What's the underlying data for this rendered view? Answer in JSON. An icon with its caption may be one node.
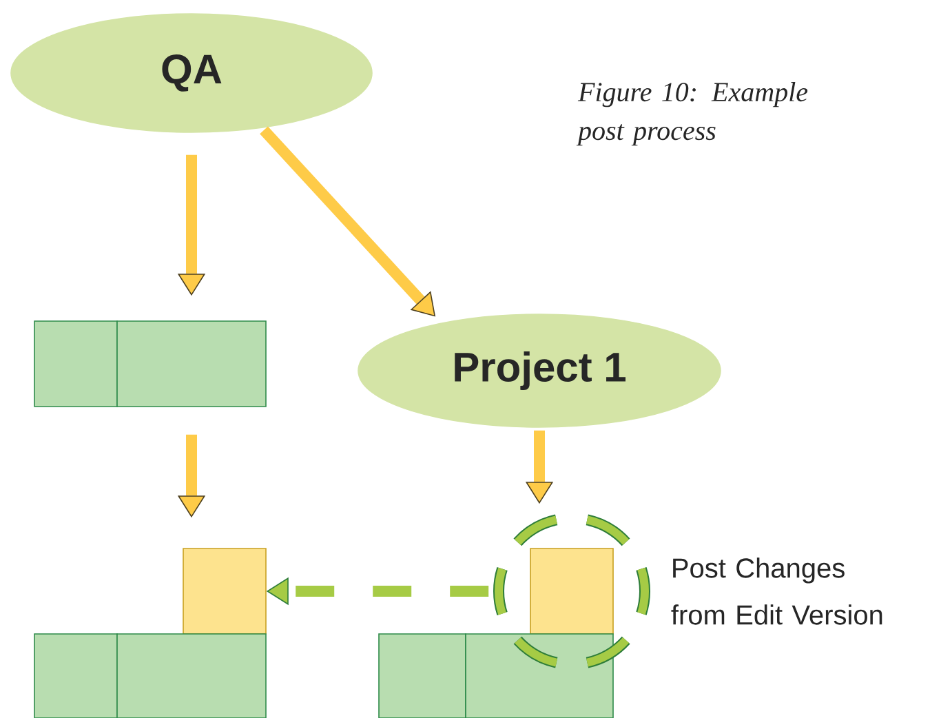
{
  "diagram": {
    "caption": "Figure 10: Example post process",
    "nodes": [
      {
        "text": [
          "QA"
        ]
      },
      {
        "text": [
          "Project 1"
        ]
      },
      {
        "text": [],
        "shape": "box"
      },
      {
        "text": [],
        "shape": "box"
      },
      {
        "text": [],
        "shape": "box"
      },
      {
        "text": [],
        "shape": "box"
      },
      {
        "text": [],
        "shape": "box"
      },
      {
        "text": [],
        "shape": "box",
        "beside": [
          "Post Changes from Edit Version"
        ]
      },
      {
        "text": [],
        "shape": "box"
      },
      {
        "text": [],
        "shape": "box"
      }
    ],
    "edges": [
      {
        "from": 0,
        "to": 3,
        "arrow": "to"
      },
      {
        "from": 0,
        "to": 1,
        "arrow": "to"
      },
      {
        "from": 3,
        "to": 4,
        "arrow": "to"
      },
      {
        "from": 1,
        "to": 7,
        "arrow": "to"
      },
      {
        "from": 7,
        "to": 4,
        "arrow": "to",
        "style": "dashed",
        "color": "#a6cb45"
      }
    ]
  }
}
